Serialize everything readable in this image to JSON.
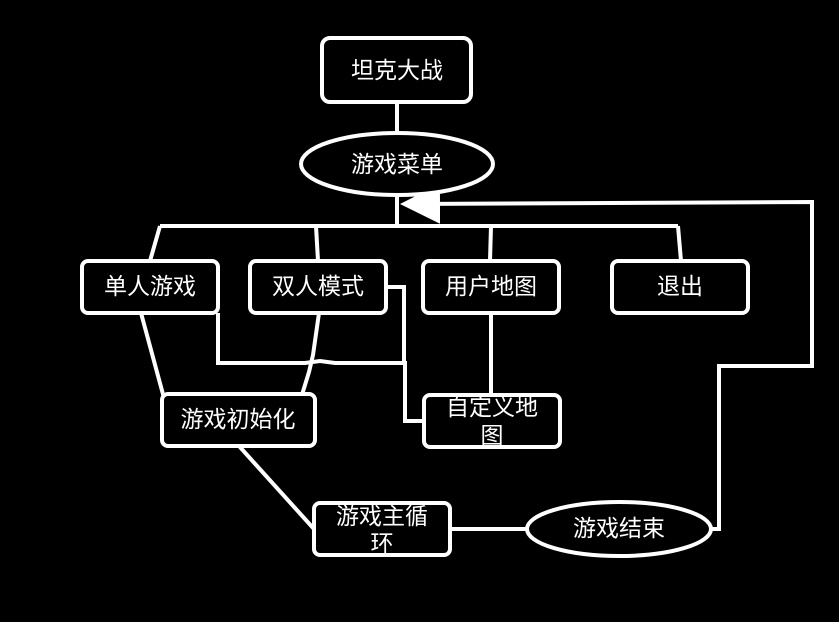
{
  "diagram": {
    "background": "#000000",
    "stroke": "#ffffff",
    "nodes": {
      "title": "坦克大战",
      "menu": "游戏菜单",
      "single": "单人游戏",
      "double": "双人模式",
      "usermap": "用户地图",
      "exit": "退出",
      "custom_line1": "自定义地",
      "custom_line2": "图",
      "init": "游戏初始化",
      "loop_line1": "游戏主循",
      "loop_line2": "环",
      "end": "游戏结束"
    }
  }
}
